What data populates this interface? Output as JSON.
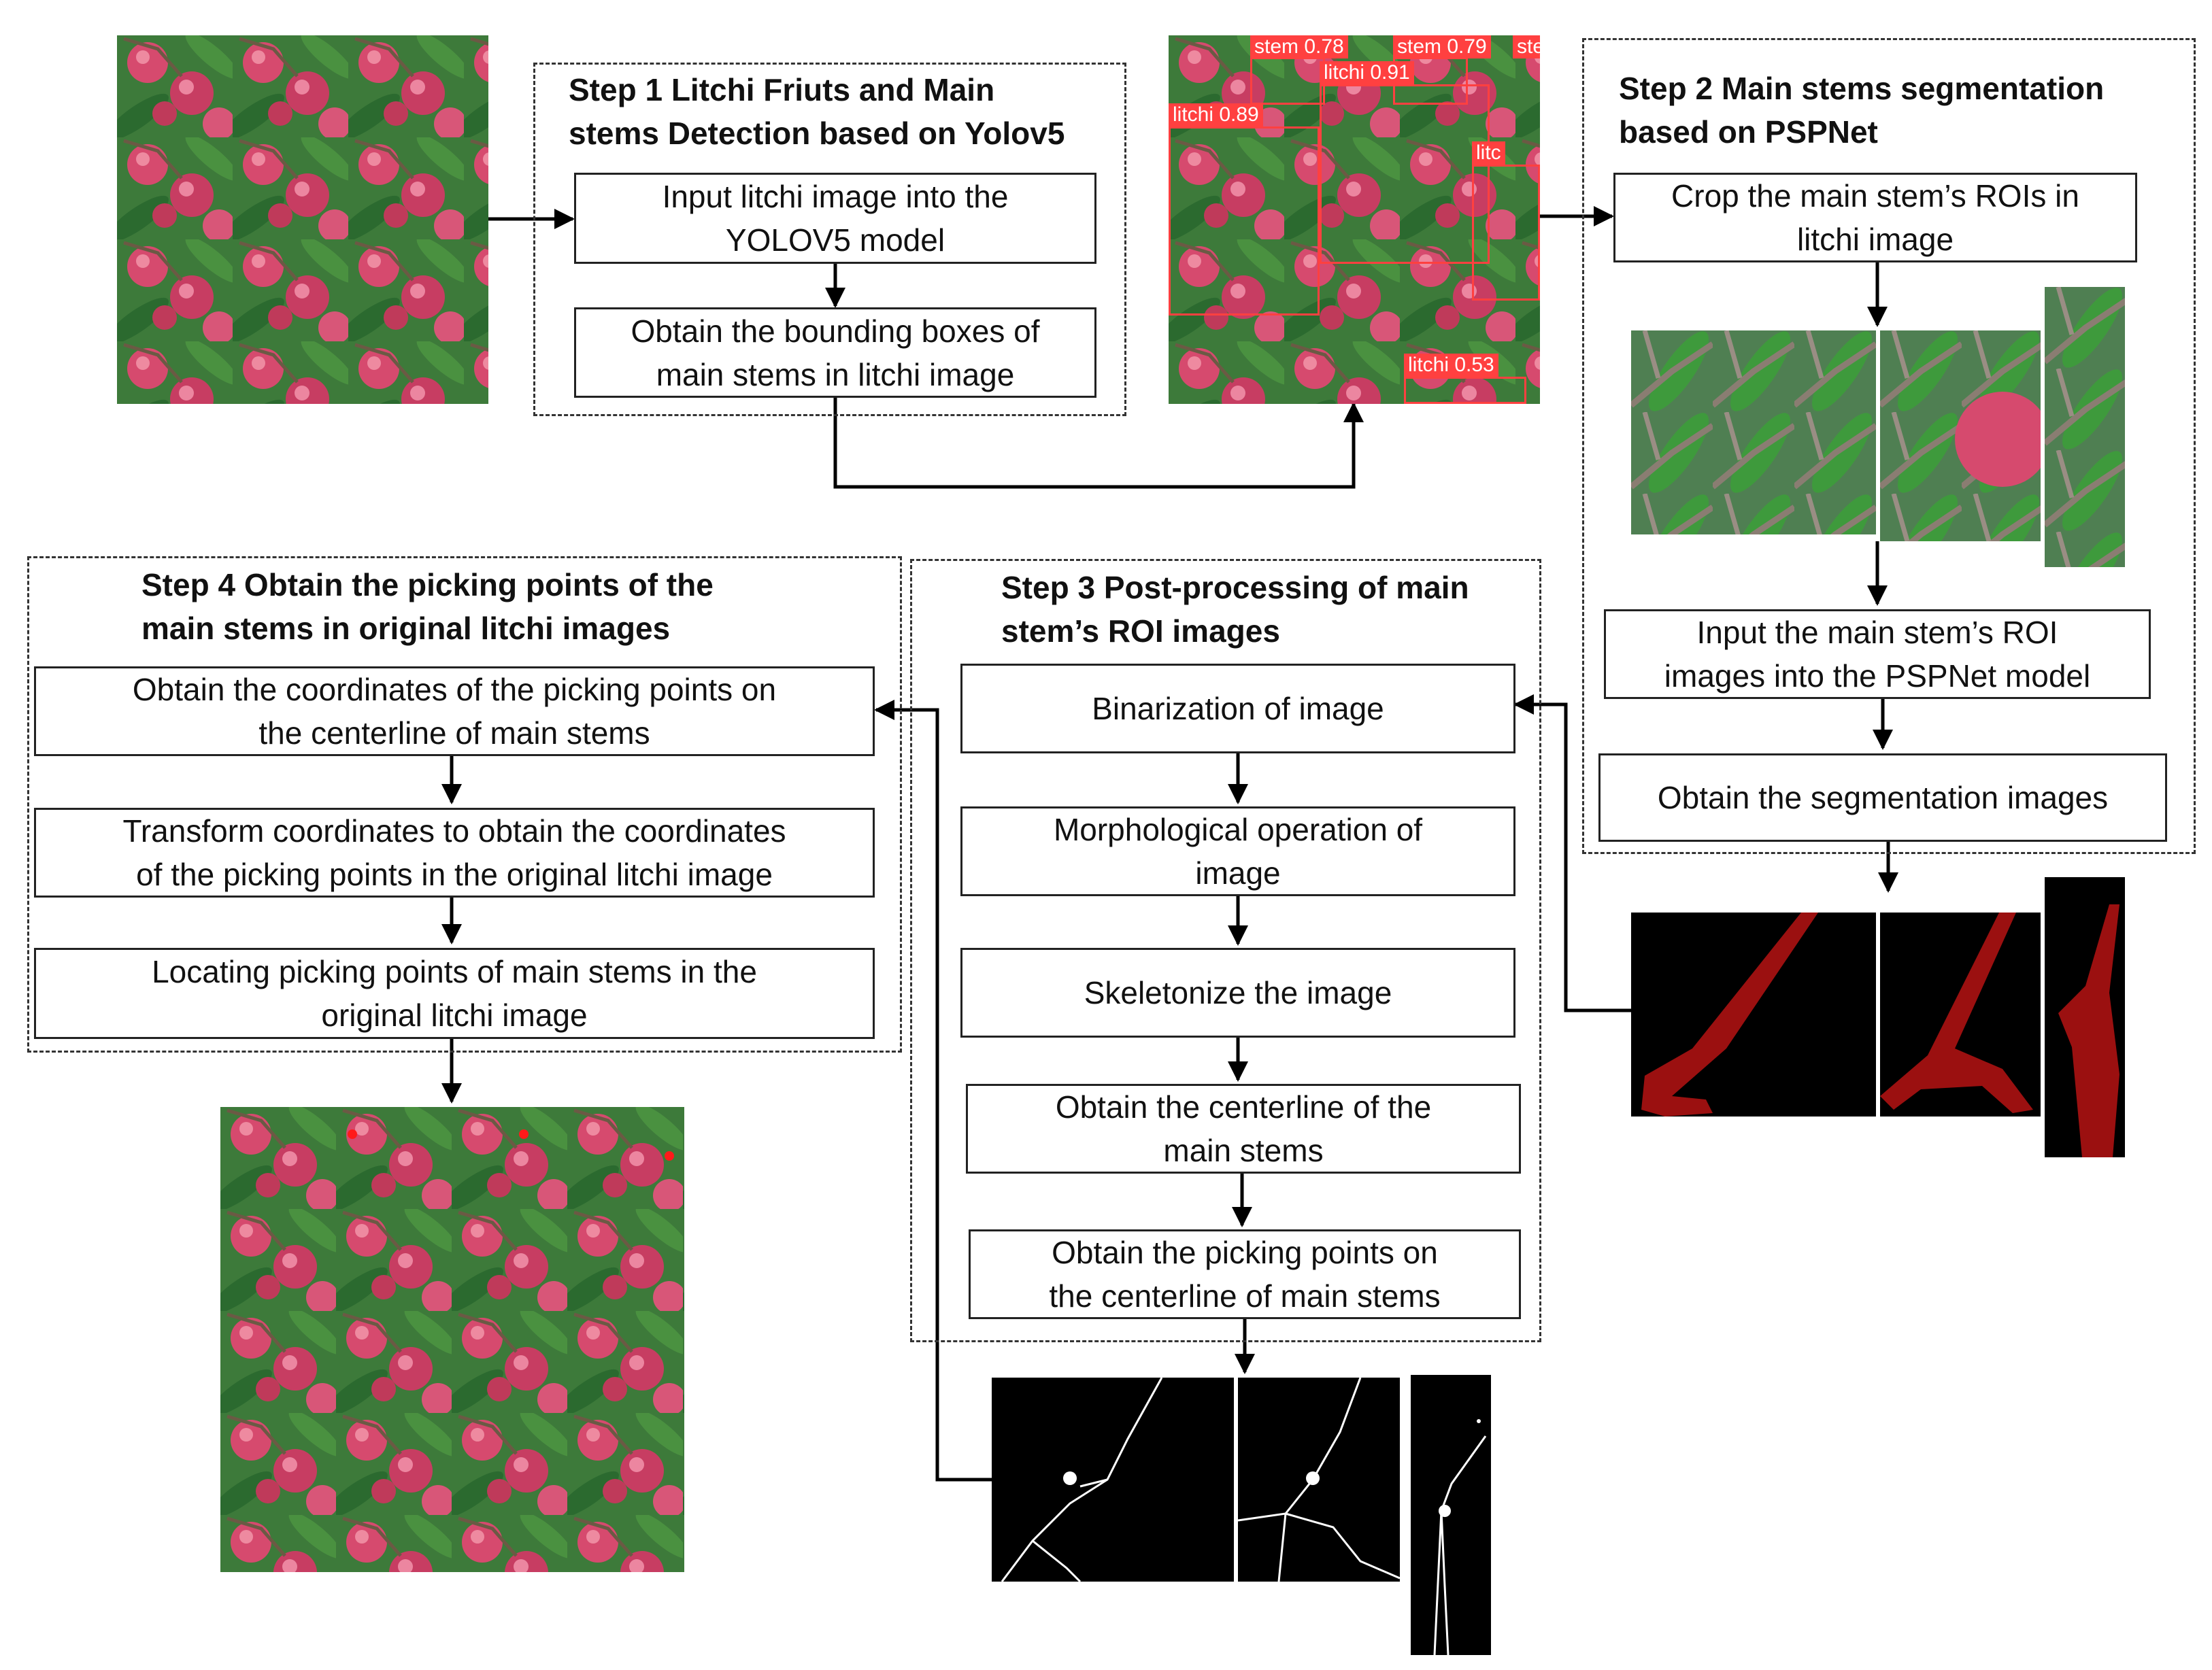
{
  "step1": {
    "title": [
      "Step 1 Litchi Friuts and Main",
      "stems Detection based on Yolov5"
    ],
    "box1": [
      "Input litchi image into the",
      "YOLOV5 model"
    ],
    "box2": [
      "Obtain the bounding boxes of",
      "main stems in litchi image"
    ]
  },
  "detections": {
    "stem_078": "stem  0.78",
    "stem_079": "stem  0.79",
    "stem_partial": "ste",
    "litchi_091": "litchi  0.91",
    "litchi_089": "litchi  0.89",
    "litchi_partial": "litc",
    "litchi_053": "litchi  0.53"
  },
  "step2": {
    "title": [
      "Step 2 Main stems segmentation",
      "based on PSPNet"
    ],
    "box1": [
      "Crop the main stem’s ROIs in",
      "litchi image"
    ],
    "box2": [
      "Input the main stem’s ROI",
      "images into the PSPNet model"
    ],
    "box3": [
      "Obtain the segmentation images"
    ]
  },
  "step3": {
    "title": [
      "Step 3 Post-processing of main",
      "stem’s ROI images"
    ],
    "box1": [
      "Binarization of image"
    ],
    "box2": [
      "Morphological operation of",
      "image"
    ],
    "box3": [
      "Skeletonize the image"
    ],
    "box4": [
      "Obtain the centerline of the",
      "main stems"
    ],
    "box5": [
      "Obtain the picking points on",
      "the centerline of main stems"
    ]
  },
  "step4": {
    "title": [
      "Step 4  Obtain the picking points of the",
      "main stems in original litchi images"
    ],
    "box1": [
      "Obtain the coordinates of the picking points on",
      "the  centerline of main stems"
    ],
    "box2": [
      "Transform coordinates to obtain the coordinates",
      "of the picking points in the original litchi image"
    ],
    "box3": [
      "Locating picking points of main stems in the",
      "original litchi image"
    ]
  },
  "colors": {
    "fruit": "#d64a6e",
    "leaf": "#2f7d3a",
    "detection": "#ff4040",
    "mask": "#9b1010",
    "arrow": "#000000"
  }
}
